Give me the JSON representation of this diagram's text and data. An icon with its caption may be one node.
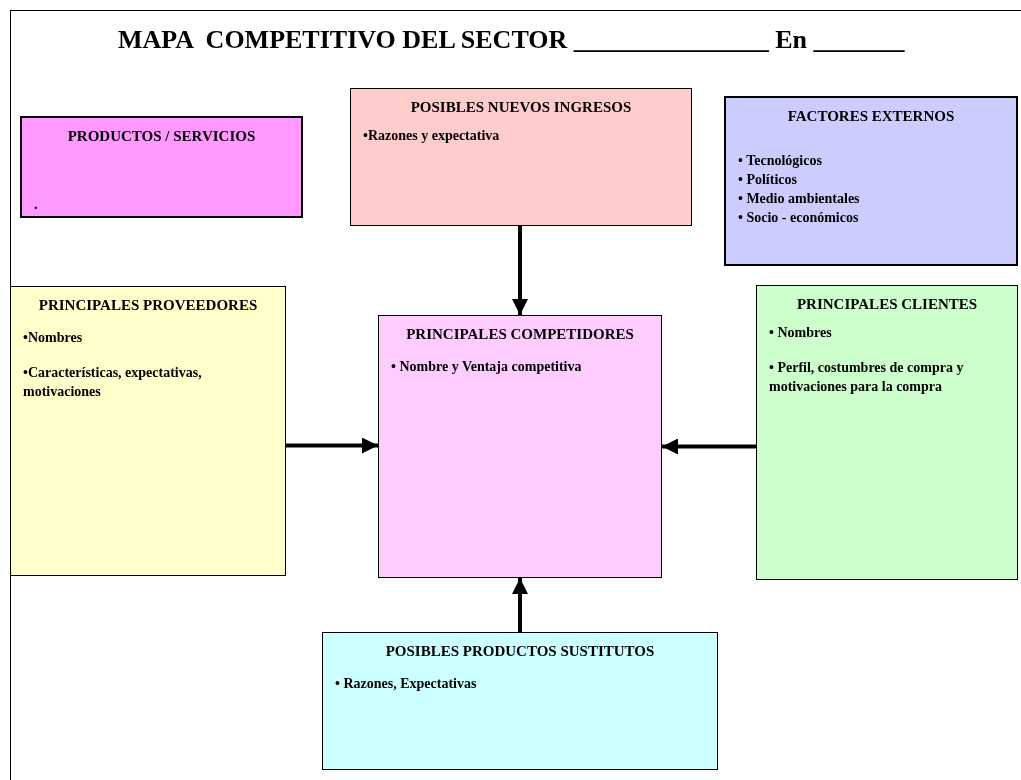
{
  "diagram": {
    "title": "MAPA  COMPETITIVO DEL SECTOR _______________ En _______",
    "nodes": [
      {
        "text": [
          "PRODUCTOS / SERVICIOS",
          "."
        ]
      },
      {
        "text": [
          "POSIBLES NUEVOS INGRESOS",
          "•Razones y expectativa"
        ]
      },
      {
        "text": [
          "FACTORES EXTERNOS",
          "• Tecnológicos",
          "• Políticos",
          "• Medio ambientales",
          "• Socio - económicos"
        ]
      },
      {
        "text": [
          "PRINCIPALES PROVEEDORES",
          "•Nombres",
          "•Características, expectativas, motivaciones"
        ]
      },
      {
        "text": [
          "PRINCIPALES COMPETIDORES",
          "• Nombre y Ventaja competitiva"
        ]
      },
      {
        "text": [
          "PRINCIPALES CLIENTES",
          "• Nombres",
          "• Perfil, costumbres de compra y motivaciones para la compra"
        ]
      },
      {
        "text": [
          "POSIBLES PRODUCTOS SUSTITUTOS",
          "• Razones, Expectativas"
        ]
      }
    ],
    "edges": [
      {
        "from": 1,
        "to": 4,
        "arrow": "to"
      },
      {
        "from": 3,
        "to": 4,
        "arrow": "to"
      },
      {
        "from": 5,
        "to": 4,
        "arrow": "to"
      },
      {
        "from": 6,
        "to": 4,
        "arrow": "to"
      }
    ]
  }
}
